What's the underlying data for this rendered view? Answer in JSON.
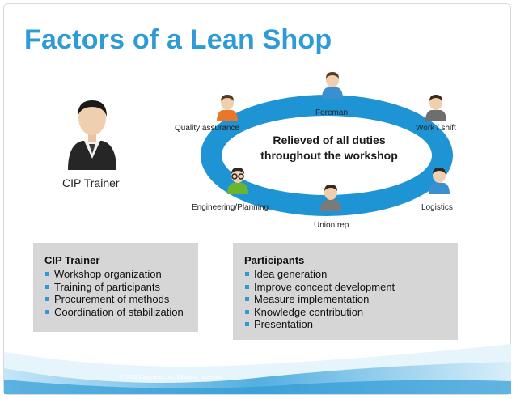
{
  "title": "Factors of a Lean Shop",
  "center_text_line1": "Relieved of all duties",
  "center_text_line2": "throughout the workshop",
  "roles": {
    "foreman": "Foreman",
    "quality_assurance": "Quality assurance",
    "work_shift": "Work / shift",
    "engineering_planning": "Engineering/Planning",
    "logistics": "Logistics",
    "union_rep": "Union rep"
  },
  "trainer_label": "CIP Trainer",
  "left_box": {
    "title": "CIP Trainer",
    "items": [
      "Workshop organization",
      "Training of participants",
      "Procurement of methods",
      "Coordination of stabilization"
    ]
  },
  "right_box": {
    "title": "Participants",
    "items": [
      "Idea generation",
      "Improve concept development",
      "Measure implementation",
      "Knowledge contribution",
      "Presentation"
    ]
  },
  "copyright": "© 2013 Datameer, Inc. All rights reserved.",
  "colors": {
    "accent": "#2f9bd6",
    "ring": "#1f94d4",
    "box": "#d6d6d6"
  }
}
